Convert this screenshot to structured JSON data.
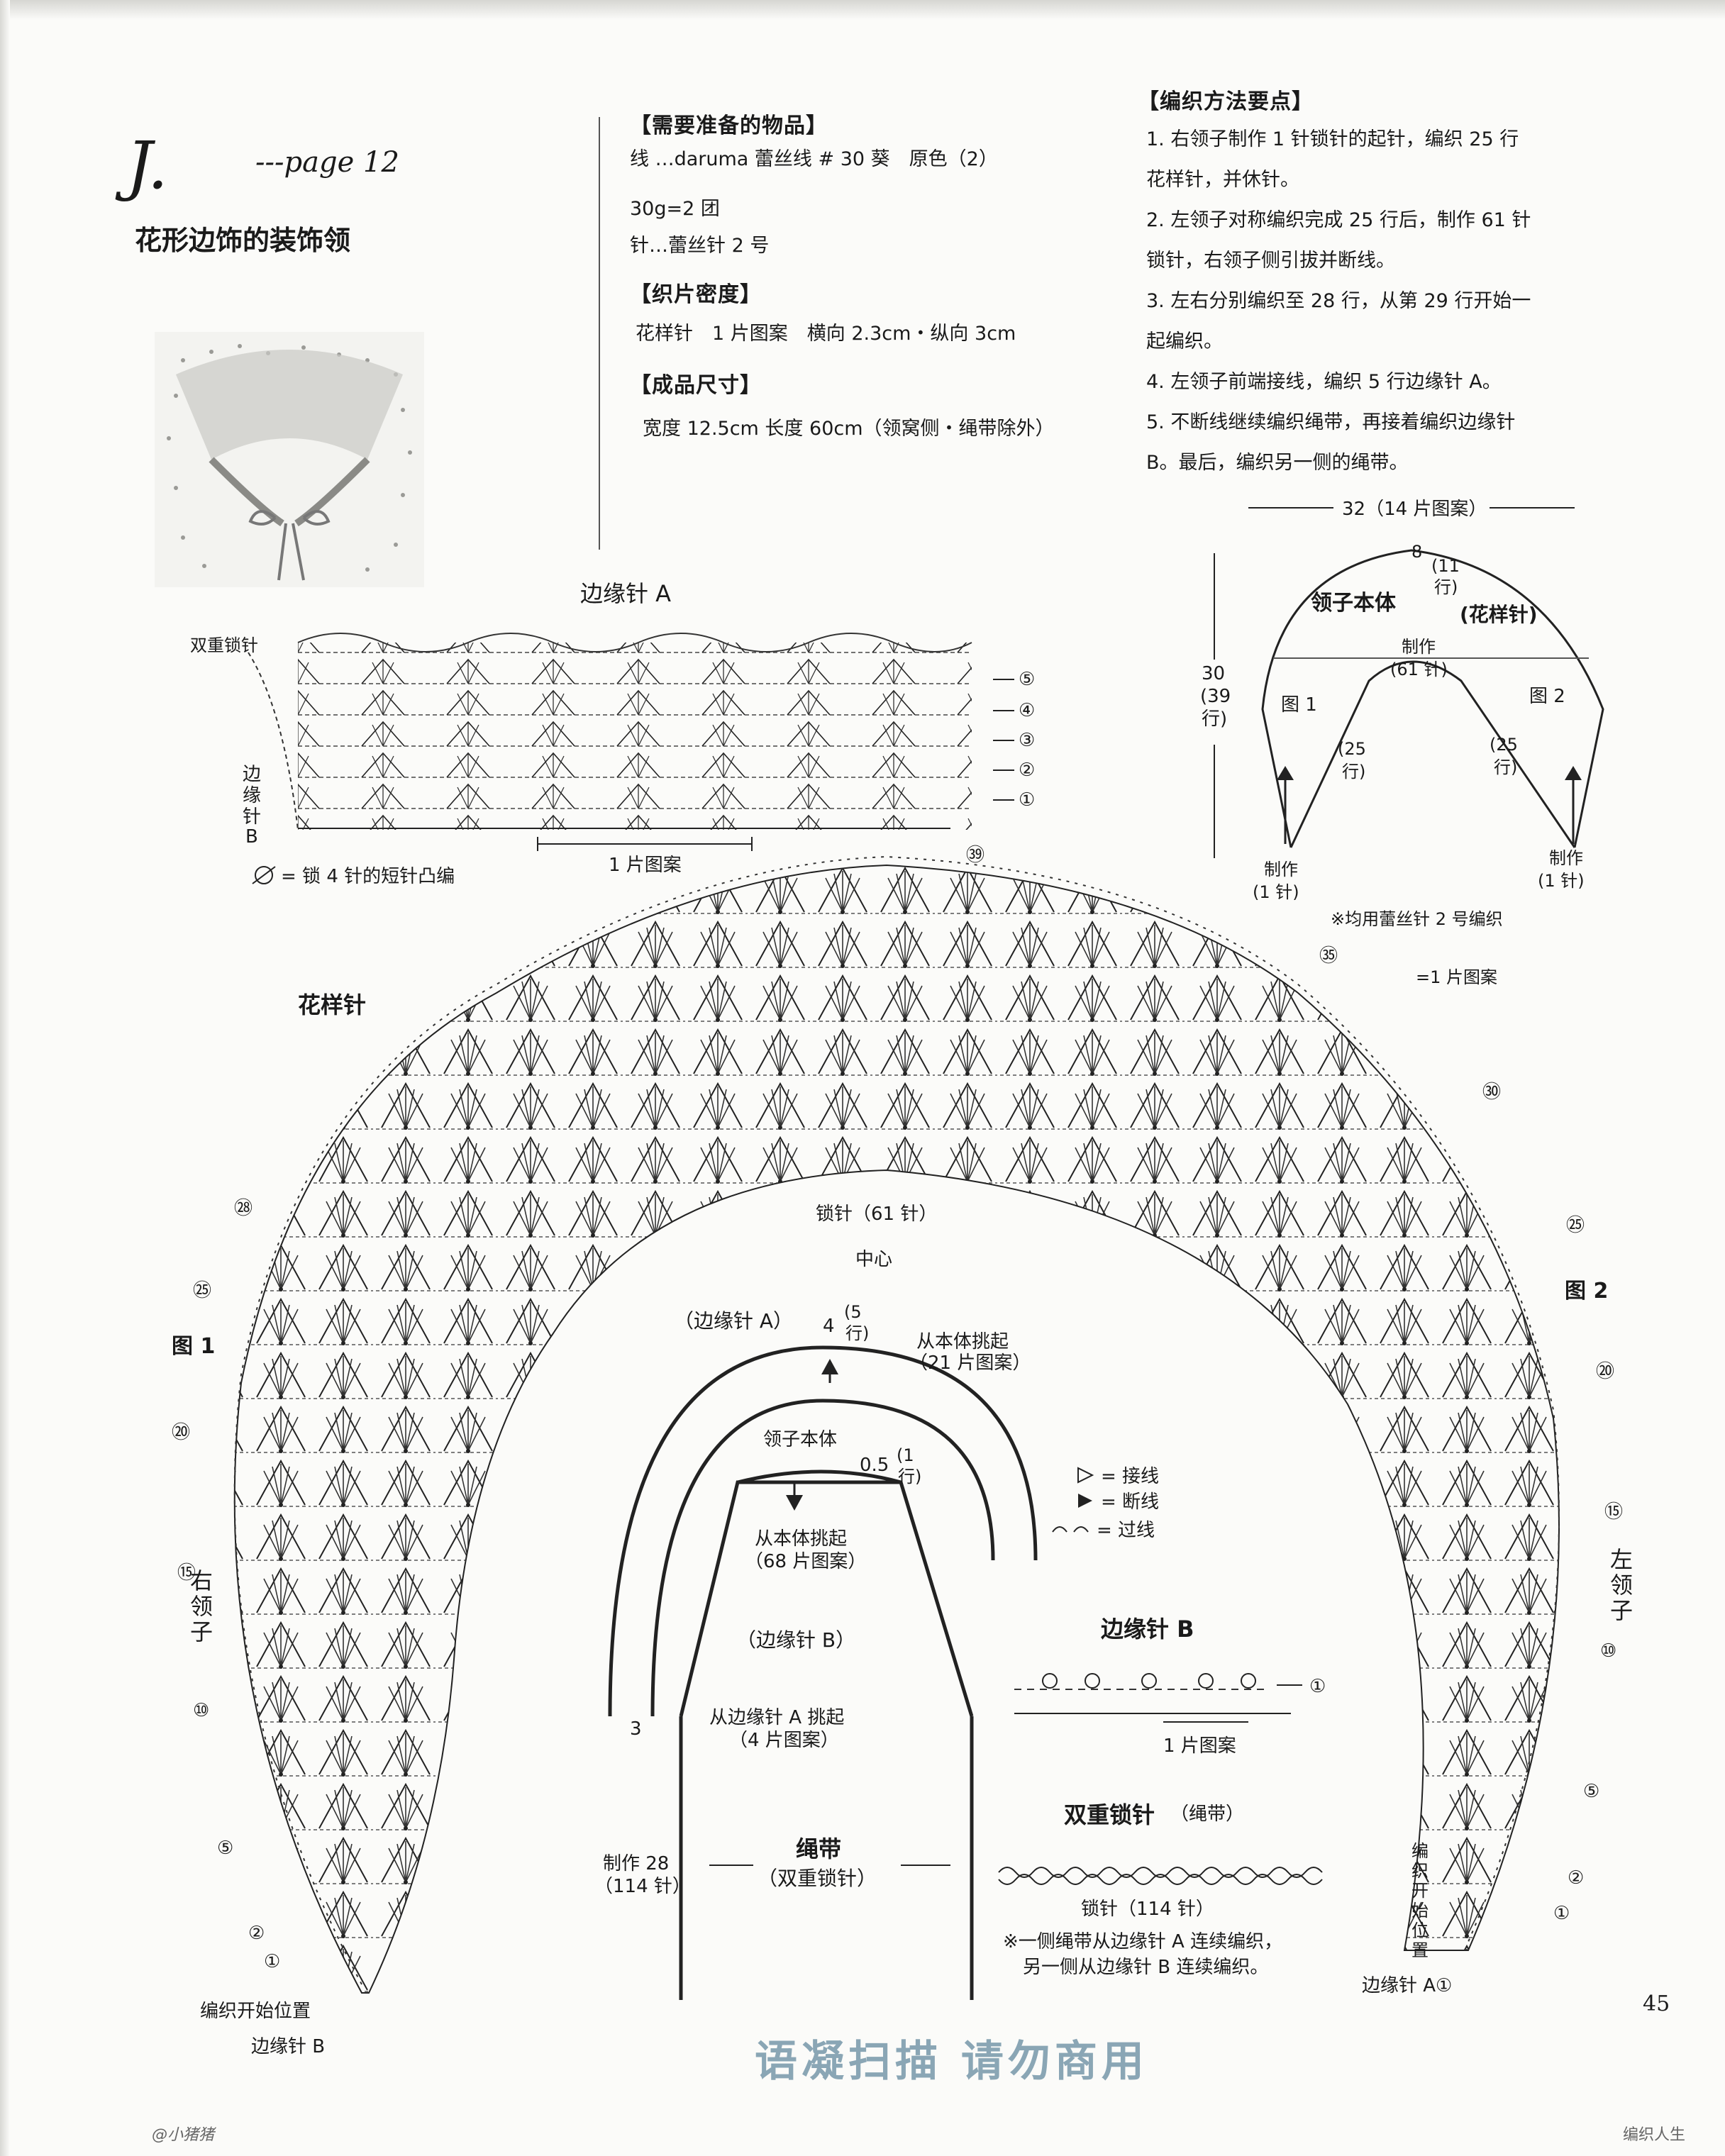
{
  "header": {
    "letter": "J.",
    "page_ref": "---page 12",
    "title": "花形边饰的装饰领"
  },
  "materials": {
    "heading": "【需要准备的物品】",
    "lines": [
      "线 …daruma 蕾丝线 # 30 葵　原色（2）",
      "30g=2 团",
      "针…蕾丝针 2 号"
    ]
  },
  "gauge": {
    "heading": "【织片密度】",
    "line": "花样针　1 片图案　横向 2.3cm・纵向 3cm"
  },
  "size": {
    "heading": "【成品尺寸】",
    "line": "宽度 12.5cm  长度 60cm（领窝侧・绳带除外）"
  },
  "method": {
    "heading": "【编织方法要点】",
    "lines": [
      "1. 右领子制作 1 针锁针的起针，编织 25 行",
      "花样针，并休针。",
      "2. 左领子对称编织完成 25 行后，制作 61 针",
      "锁针，右领子侧引拔并断线。",
      "3. 左右分别编织至 28 行，从第 29 行开始一",
      "起编织。",
      "4. 左领子前端接线，编织 5 行边缘针 A。",
      "5. 不断线继续编织绳带，再接着编织边缘针",
      "B。最后，编织另一侧的绳带。"
    ]
  },
  "schematic_top": {
    "width_label": "32（14 片图案）",
    "height_label_1": "30",
    "height_label_2": "(39",
    "height_label_3": "行)",
    "body_label": "领子本体",
    "body_pattern": "(花样针)",
    "depth_8": "8",
    "depth_11": "(11",
    "depth_row": "行)",
    "make_label": "制作",
    "make_61": "(61 针)",
    "fig1": "图 1",
    "fig2": "图 2",
    "rows_25": "(25",
    "rows_25b": "行)",
    "make_left": "制作",
    "make_left_1": "(1 针)",
    "make_right": "制作",
    "make_right_1": "(1 针)",
    "note": "※均用蕾丝针 2 号编织",
    "one_pattern": "=1 片图案"
  },
  "edging_a": {
    "title": "边缘针 A",
    "double_chain": "双重锁针",
    "edge_b": "边",
    "edge_b2": "缘",
    "edge_b3": "针",
    "edge_b4": "B",
    "one_pattern": "1 片图案",
    "legend": "= 锁 4 针的短针凸编",
    "rows": [
      "⑤",
      "④",
      "③",
      "②",
      "①"
    ]
  },
  "main_chart": {
    "flower_stitch": "花样针",
    "fig1": "图 1",
    "fig2": "图 2",
    "chain61": "锁针（61 针）",
    "center": "中心",
    "right_collar": [
      "右",
      "领",
      "子"
    ],
    "left_collar": [
      "左",
      "领",
      "子"
    ],
    "start_pos": "编织开始位置",
    "edge_b_start": "边缘针 B",
    "edge_a_left": "边缘针 A①",
    "start_pos_v": [
      "编",
      "织",
      "开",
      "始",
      "位",
      "置"
    ],
    "row_marks_left": [
      "㉘",
      "㉕",
      "⑳",
      "⑮",
      "⑩",
      "⑤",
      "②",
      "①"
    ],
    "row_marks_right": [
      "㊴",
      "㉟",
      "㉚",
      "㉕",
      "⑳",
      "⑮",
      "⑩",
      "⑤",
      "②",
      "①"
    ]
  },
  "assembly": {
    "edge_a": "（边缘针 A）",
    "n4": "4",
    "rows5": "(5",
    "rows5b": "行)",
    "pick_body": "从本体挑起",
    "pick_21": "（21 片图案）",
    "collar_body": "领子本体",
    "n05": "0.5",
    "row1": "(1",
    "row1b": "行)",
    "pick_body2": "从本体挑起",
    "pick_68": "（68 片图案）",
    "edge_b": "（边缘针 B）",
    "n3": "3",
    "pick_edge_a": "从边缘针 A 挑起",
    "pick_4": "（4 片图案）",
    "make28": "制作 28",
    "st114": "（114 针）",
    "cord": "绳带",
    "cord_type": "（双重锁针）"
  },
  "legend": {
    "join": "= 接线",
    "cut": "= 断线",
    "cross": "= 过线"
  },
  "edging_b": {
    "title": "边缘针 B",
    "one_pattern": "1 片图案",
    "row": "①"
  },
  "double_chain": {
    "title": "双重锁针",
    "sub": "（绳带）",
    "chain114": "锁针（114 针）",
    "note1": "※一侧绳带从边缘针 A 连续编织，",
    "note2": "另一侧从边缘针 B 连续编织。"
  },
  "footer": {
    "page_no": "45",
    "watermark": "语凝扫描 请勿商用",
    "credit_left": "@小猪猪",
    "credit_right": "编织人生"
  }
}
